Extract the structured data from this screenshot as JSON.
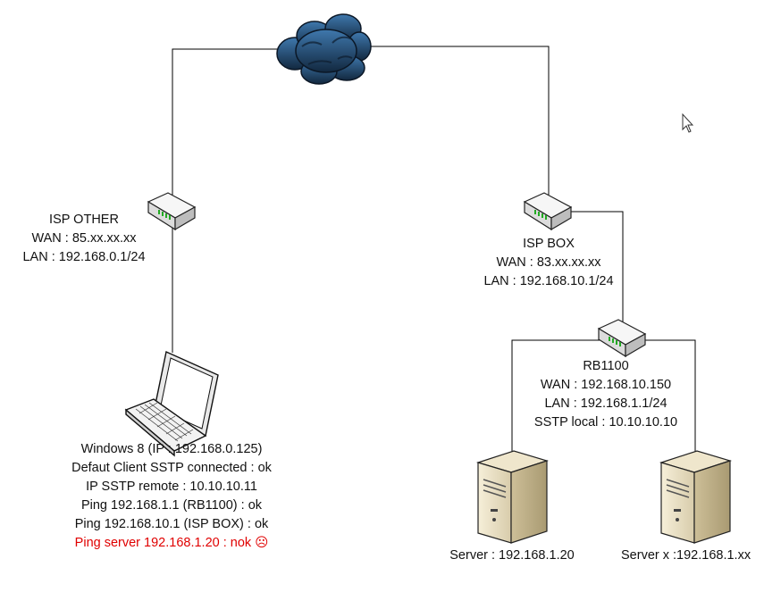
{
  "isp_other": {
    "name": "ISP OTHER",
    "wan": "WAN : 85.xx.xx.xx",
    "lan": "LAN : 192.168.0.1/24"
  },
  "isp_box": {
    "name": "ISP BOX",
    "wan": "WAN : 83.xx.xx.xx",
    "lan": "LAN : 192.168.10.1/24"
  },
  "rb1100": {
    "name": "RB1100",
    "wan": "WAN : 192.168.10.150",
    "lan": "LAN : 192.168.1.1/24",
    "sstp": "SSTP local : 10.10.10.10"
  },
  "client": {
    "line1": "Windows 8 (IP : 192.168.0.125)",
    "line2": "Defaut Client SSTP connected : ok",
    "line3": "IP SSTP remote : 10.10.10.11",
    "line4": "Ping 192.168.1.1 (RB1100) : ok",
    "line5": "Ping 192.168.10.1 (ISP BOX) : ok",
    "line6": "Ping server 192.168.1.20 : nok ☹"
  },
  "server1": {
    "label": "Server : 192.168.1.20"
  },
  "server2": {
    "label": "Server x :192.168.1.xx"
  },
  "colors": {
    "error_text": "#e00000",
    "line": "#000000",
    "cloud": "#2b5f8f",
    "led": "#22aa22"
  }
}
